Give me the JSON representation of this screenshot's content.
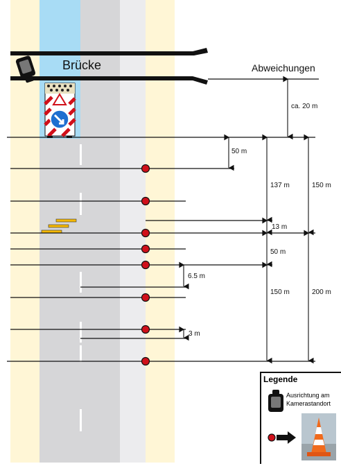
{
  "labels": {
    "bridge": "Brücke",
    "deviations": "Abweichungen"
  },
  "dimensions": {
    "ca_20m": "ca. 20 m",
    "d50m_top": "50 m",
    "d137m": "137 m",
    "d150m_right": "150 m",
    "d13m": "13 m",
    "d50m_mid": "50 m",
    "d6_5m": "6.5 m",
    "d150m_left": "150 m",
    "d200m": "200 m",
    "d3m": "3 m"
  },
  "legend": {
    "title": "Legende",
    "camera_text": "Ausrichtung am Kamerastandort"
  },
  "colors": {
    "shoulder": "#fff6d6",
    "water": "#a8dcf5",
    "lane_main": "#d6d6d8",
    "lane_right": "#ececee",
    "marker": "#d0101a",
    "chevron_yellow": "#f5b800"
  },
  "icons": {
    "camera": "camera-icon",
    "sign": "construction-sign-icon",
    "arrow": "arrow-right-icon",
    "cone": "traffic-cone-photo"
  }
}
